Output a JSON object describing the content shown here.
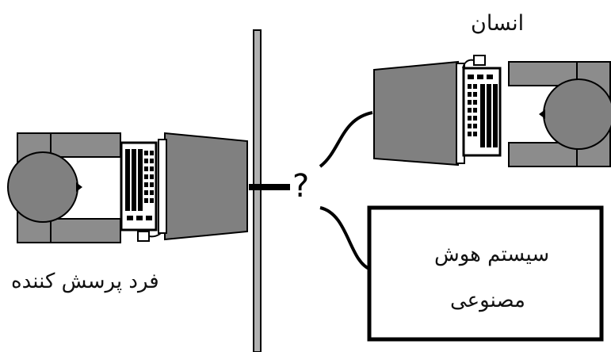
{
  "labels": {
    "human": "انسان",
    "interrogator": "فرد پرسش کننده",
    "ai_system_line1": "سیستم هوش",
    "ai_system_line2": "مصنوعی",
    "question_mark": "?"
  },
  "colors": {
    "body_gray": "#808080",
    "chair_gray": "#8c8c8c",
    "outline": "#000000",
    "wall_gray": "#b0b0b0",
    "keyboard_fill": "#ffffff"
  },
  "icons": {
    "interrogator_workstation": "person-at-computer-icon",
    "human_workstation": "person-at-computer-icon",
    "ai_box": "ai-system-box"
  }
}
